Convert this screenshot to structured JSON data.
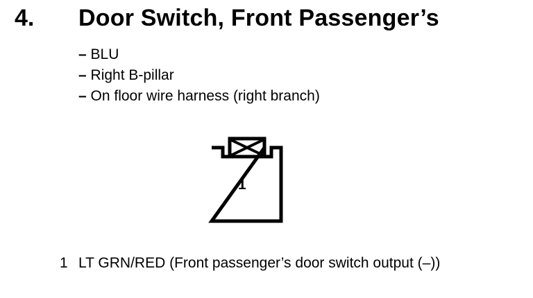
{
  "heading": {
    "number": "4.",
    "title": "Door Switch, Front Passenger’s"
  },
  "details": [
    {
      "dash": "–",
      "text": " BLU"
    },
    {
      "dash": "–",
      "text": " Right B-pillar"
    },
    {
      "dash": "–",
      "text": " On floor wire harness (right branch)"
    }
  ],
  "connector": {
    "pin_label": "1"
  },
  "pins": [
    {
      "number": "1",
      "description": "LT GRN/RED (Front passenger’s door switch output (–))"
    }
  ]
}
